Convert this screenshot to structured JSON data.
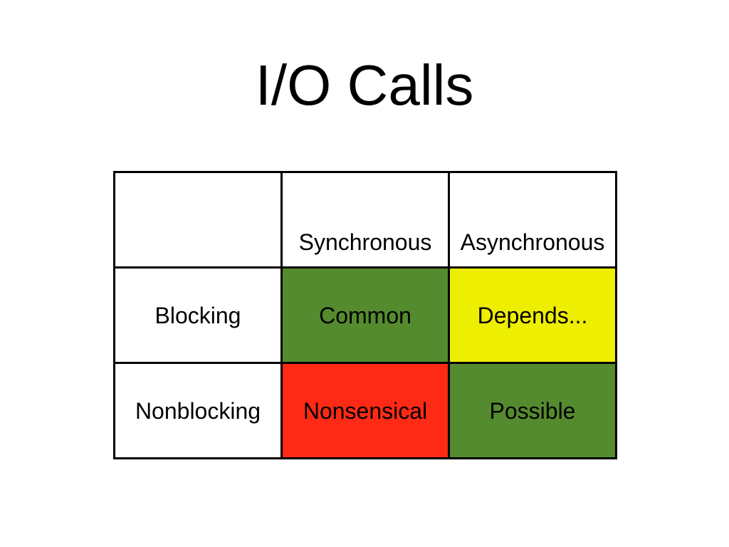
{
  "slide": {
    "title": "I/O Calls"
  },
  "table": {
    "corner": "",
    "columns": [
      "Synchronous",
      "Asynchronous"
    ],
    "rows": [
      {
        "label": "Blocking",
        "cells": [
          {
            "text": "Common",
            "color": "#558b2f"
          },
          {
            "text": "Depends...",
            "color": "#eeee00"
          }
        ]
      },
      {
        "label": "Nonblocking",
        "cells": [
          {
            "text": "Nonsensical",
            "color": "#ff2a16"
          },
          {
            "text": "Possible",
            "color": "#558b2f"
          }
        ]
      }
    ]
  }
}
